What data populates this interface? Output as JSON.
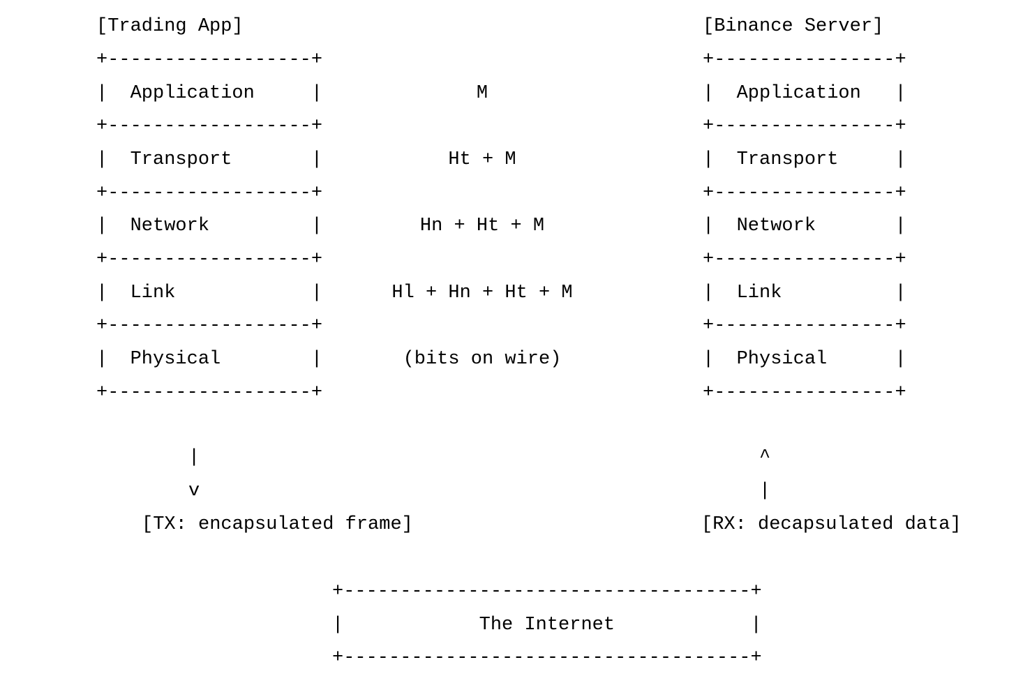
{
  "diagram": {
    "title": "OSI/TCP-IP encapsulation between trading app and exchange server",
    "glyphs": {
      "corner": "+",
      "horizontal_rule": "-",
      "vertical_rule": "|",
      "arrow_down": "v",
      "arrow_up": "^"
    },
    "box_width_chars": 20,
    "internet_box_width_chars": 38
  },
  "left_stack": {
    "header": "[Trading App]",
    "top_border": "+------------------+",
    "divider": "+------------------+",
    "bottom_border": "+------------------+",
    "rows": [
      {
        "label": "Application",
        "line": "|  Application     |"
      },
      {
        "label": "Transport",
        "line": "|  Transport       |"
      },
      {
        "label": "Network",
        "line": "|  Network         |"
      },
      {
        "label": "Link",
        "line": "|  Link            |"
      },
      {
        "label": "Physical",
        "line": "|  Physical        |"
      }
    ]
  },
  "right_stack": {
    "header": "[Binance Server]",
    "top_border": "+----------------+",
    "divider": "+----------------+",
    "bottom_border": "+----------------+",
    "rows": [
      {
        "label": "Application",
        "line": "|  Application   |"
      },
      {
        "label": "Transport",
        "line": "|  Transport     |"
      },
      {
        "label": "Network",
        "line": "|  Network       |"
      },
      {
        "label": "Link",
        "line": "|  Link          |"
      },
      {
        "label": "Physical",
        "line": "|  Physical      |"
      }
    ]
  },
  "payloads": [
    {
      "layer": "Application",
      "text": "M"
    },
    {
      "layer": "Transport",
      "text": "Ht + M"
    },
    {
      "layer": "Network",
      "text": "Hn + Ht + M"
    },
    {
      "layer": "Link",
      "text": "Hl + Hn + Ht + M"
    },
    {
      "layer": "Physical",
      "text": "(bits on wire)"
    }
  ],
  "tx_flow": {
    "stem": "|",
    "arrow": "v",
    "label": "[TX: encapsulated frame]"
  },
  "rx_flow": {
    "arrow": "^",
    "stem": "|",
    "label": "[RX: decapsulated data]"
  },
  "internet_box": {
    "top_border": "+------------------------------------+",
    "body": "|            The Internet            |",
    "bottom_border": "+------------------------------------+",
    "label": "The Internet"
  },
  "colors": {
    "background": "#ffffff",
    "foreground": "#000000"
  }
}
